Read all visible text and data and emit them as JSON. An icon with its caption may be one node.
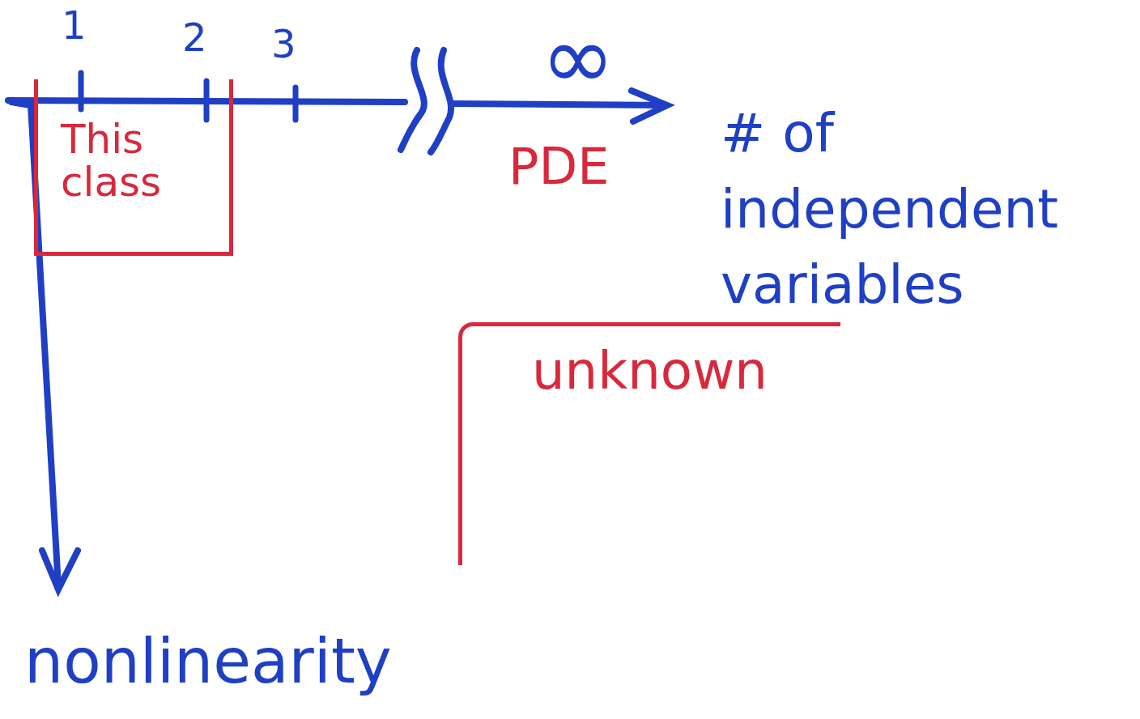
{
  "diagram": {
    "nodes": [
      {
        "text": [
          "This class"
        ]
      },
      {
        "text": [
          "unknown"
        ]
      }
    ],
    "labels": [
      "1",
      "2",
      "3",
      "∞",
      "PDE",
      "# of independent variables",
      "nonlinearity"
    ]
  }
}
